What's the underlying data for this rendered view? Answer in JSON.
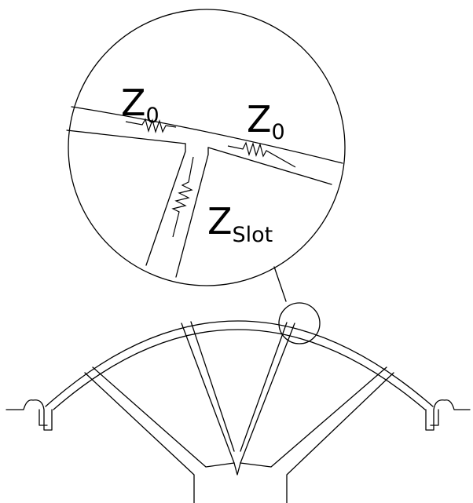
{
  "labels": {
    "z0_left": {
      "main": "Z",
      "sub": "0"
    },
    "z0_right": {
      "main": "Z",
      "sub": "0"
    },
    "z_slot": {
      "main": "Z",
      "sub": "Slot"
    }
  },
  "colors": {
    "line": "#000000",
    "background": "#ffffff"
  }
}
